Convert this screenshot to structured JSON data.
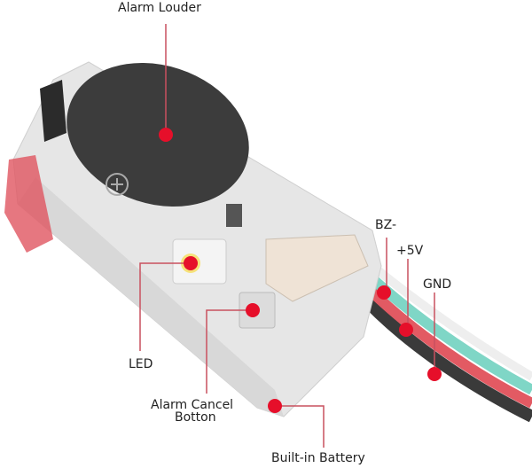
{
  "labels": {
    "alarm_louder": "Alarm Louder",
    "led": "LED",
    "alarm_cancel_line1": "Alarm Cancel",
    "alarm_cancel_line2": "Botton",
    "built_in_battery": "Built-in Battery",
    "bz_minus": "BZ-",
    "plus_5v": "+5V",
    "gnd": "GND"
  },
  "colors": {
    "marker": "#e60f2a",
    "leader": "#c9505f",
    "wire_white": "#f2f2f2",
    "wire_green": "#7fd6c6",
    "wire_red": "#e25a63",
    "wire_black": "#3a3a3a"
  }
}
